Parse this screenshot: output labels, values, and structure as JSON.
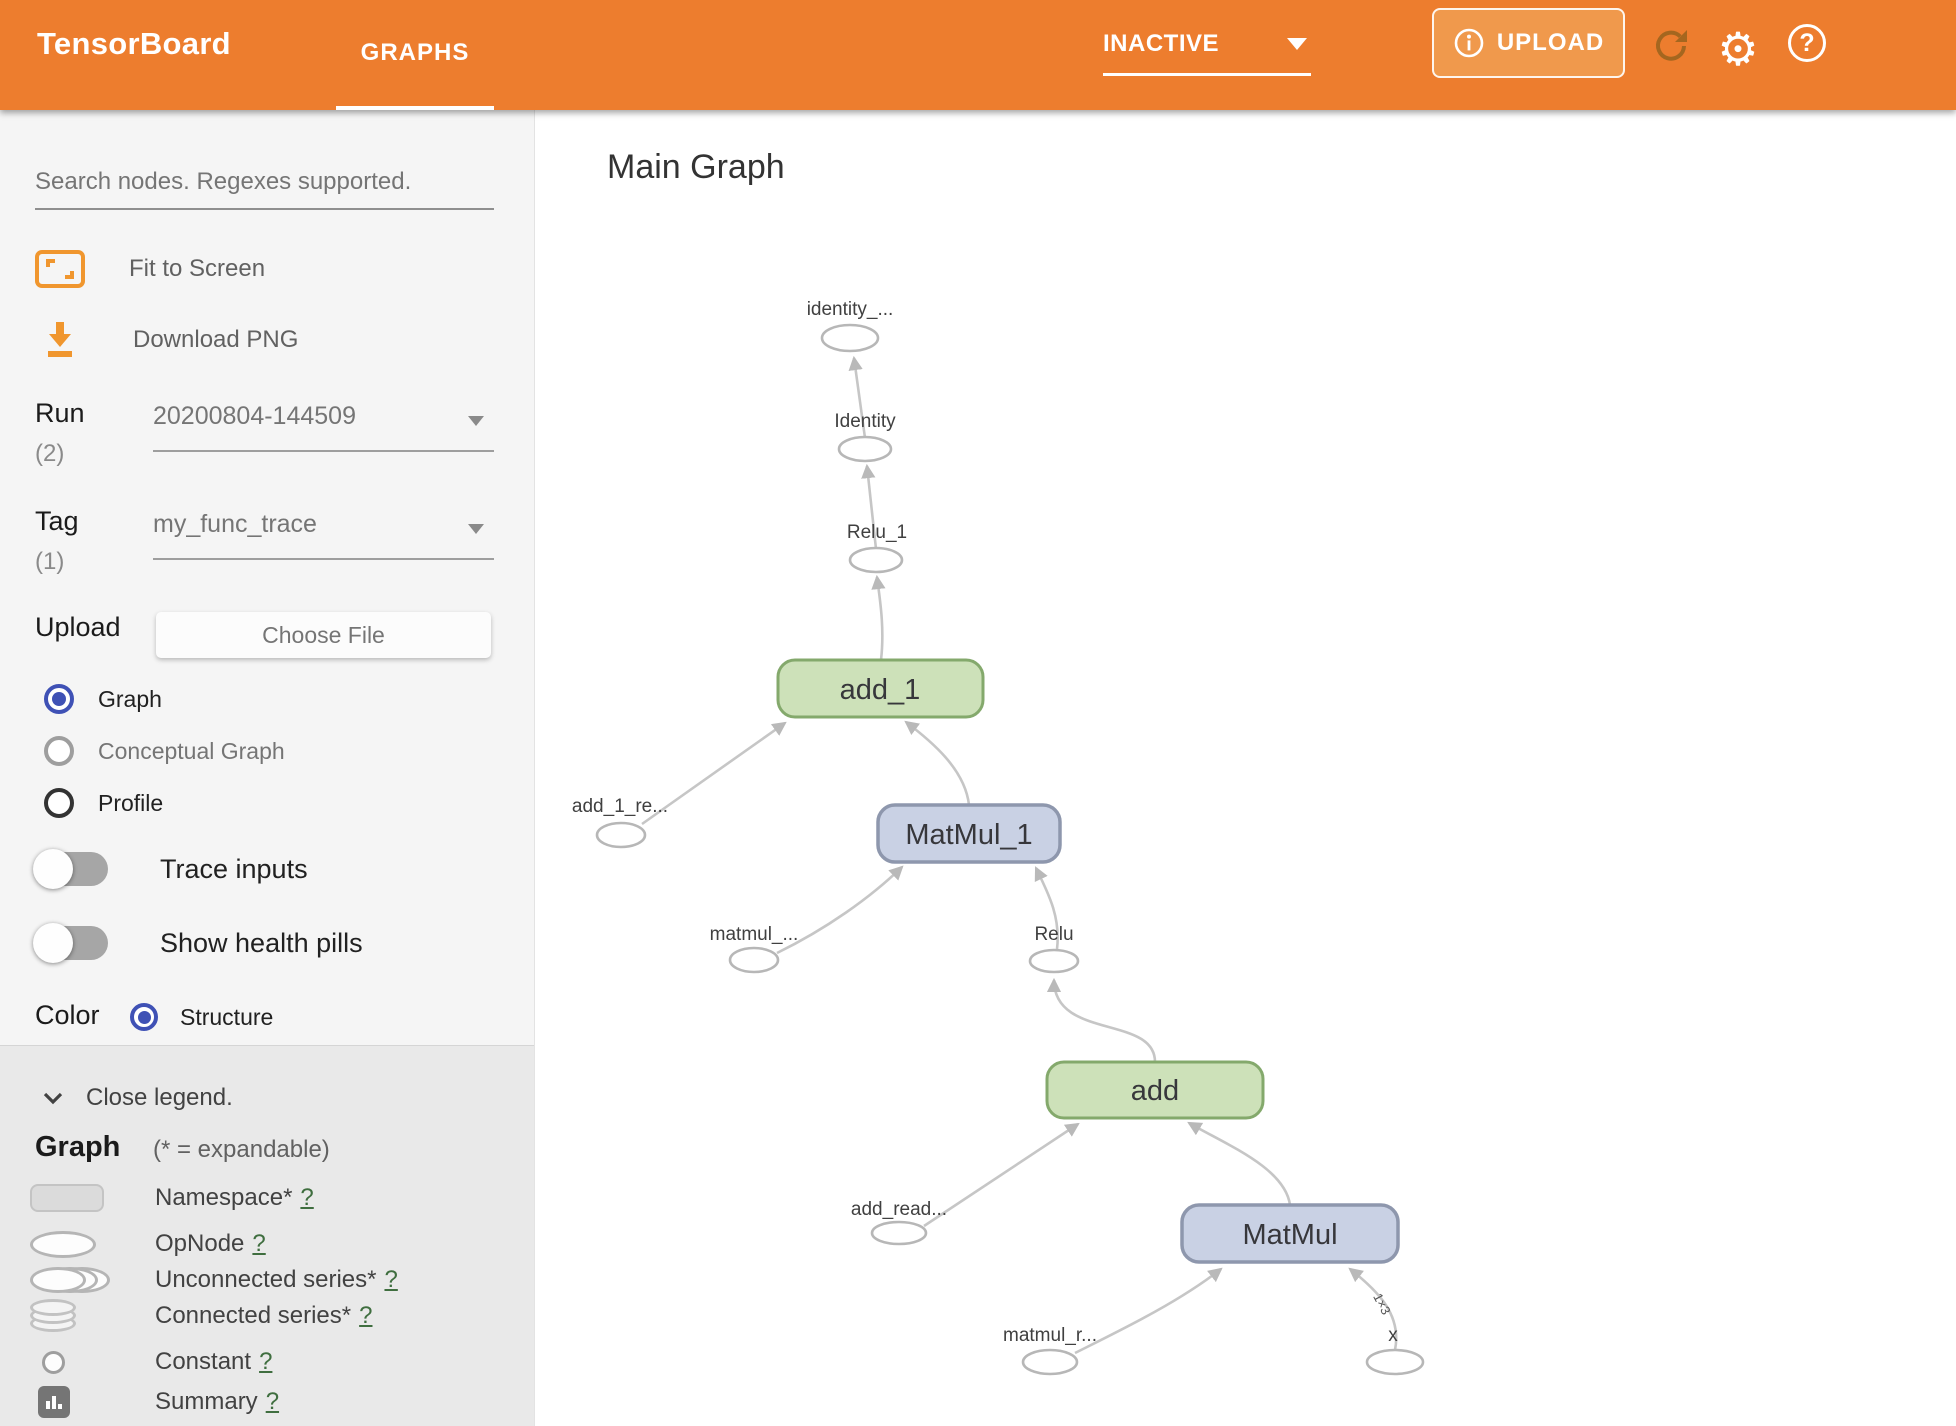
{
  "header": {
    "brand": "TensorBoard",
    "active_tab": "GRAPHS",
    "run_status": "INACTIVE",
    "upload_button": "UPLOAD"
  },
  "sidebar": {
    "search_placeholder": "Search nodes. Regexes supported.",
    "fit_to_screen": "Fit to Screen",
    "download_png": "Download PNG",
    "run": {
      "label": "Run",
      "count": "(2)",
      "value": "20200804-144509"
    },
    "tag": {
      "label": "Tag",
      "count": "(1)",
      "value": "my_func_trace"
    },
    "upload": {
      "label": "Upload",
      "button": "Choose File"
    },
    "graph_type_options": [
      {
        "label": "Graph",
        "selected": true
      },
      {
        "label": "Conceptual Graph",
        "selected": false
      },
      {
        "label": "Profile",
        "selected": false
      }
    ],
    "toggles": [
      {
        "label": "Trace inputs",
        "on": false
      },
      {
        "label": "Show health pills",
        "on": false
      }
    ],
    "color_by": {
      "label": "Color",
      "option": "Structure",
      "selected": true
    },
    "legend": {
      "close": "Close legend.",
      "title": "Graph",
      "note": "(* = expandable)",
      "items": [
        {
          "label": "Namespace*",
          "help": "?"
        },
        {
          "label": "OpNode",
          "help": "?"
        },
        {
          "label": "Unconnected series*",
          "help": "?"
        },
        {
          "label": "Connected series*",
          "help": "?"
        },
        {
          "label": "Constant",
          "help": "?"
        },
        {
          "label": "Summary",
          "help": "?"
        }
      ]
    }
  },
  "main": {
    "title": "Main Graph",
    "graph": {
      "labels": {
        "identity_t": "identity_...",
        "identity": "Identity",
        "relu_1": "Relu_1",
        "add_1": "add_1",
        "add_1_re": "add_1_re...",
        "matmul_1": "MatMul_1",
        "matmul_t": "matmul_...",
        "relu": "Relu",
        "add": "add",
        "add_read": "add_read...",
        "matmul": "MatMul",
        "matmul_r": "matmul_r...",
        "x": "x",
        "edge_shape": "1×3"
      }
    }
  },
  "colors": {
    "header_orange": "#ED7D2E",
    "upload_fill": "#F0994C",
    "icon_orange": "#F0962E",
    "radio_selected": "#3F51B5",
    "node_green_fill": "#CDE1B9",
    "node_green_border": "#84A96C",
    "node_blue_fill": "#C9D1E4",
    "node_blue_border": "#8E97AD",
    "help_link_green": "#3F6E3F"
  }
}
